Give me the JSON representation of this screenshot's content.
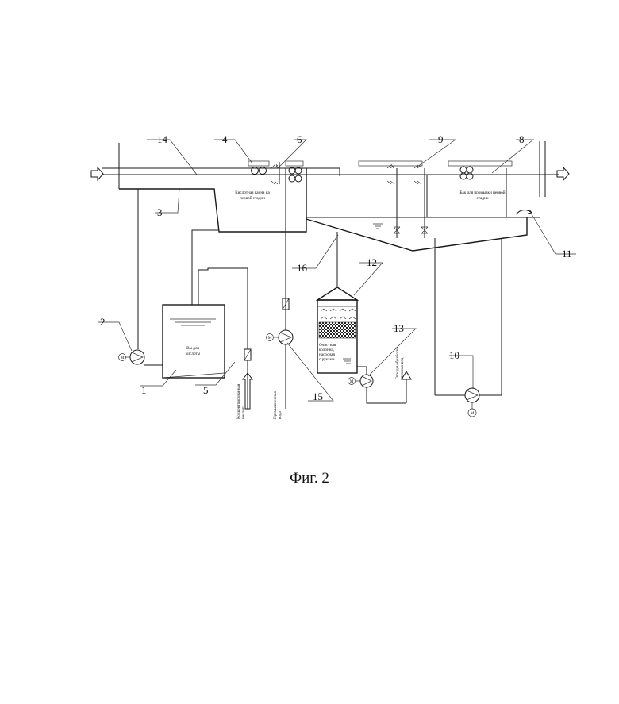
{
  "caption": "Фиг. 2",
  "numbers": {
    "n1": "1",
    "n2": "2",
    "n3": "3",
    "n4": "4",
    "n5": "5",
    "n6": "6",
    "n8": "8",
    "n9": "9",
    "n10": "10",
    "n11": "11",
    "n12": "12",
    "n13": "13",
    "n14": "14",
    "n15": "15",
    "n16": "16"
  },
  "labels": {
    "acid_bath_1": "Кислотная ванна на",
    "acid_bath_2": "первой стадии",
    "rinse_tank_1": "Бак для промывки первой",
    "rinse_tank_2": "стадии",
    "water_tank_1": "Вы для",
    "water_tank_2": "кислоты",
    "scrubber_1": "Очистная",
    "scrubber_2": "колонна,",
    "scrubber_3": "насосная",
    "scrubber_4": "с руками",
    "fresh_acid_1": "Концентрированная",
    "fresh_acid_2": "кислота",
    "process_water_1": "Промышленная",
    "process_water_2": "вода",
    "waste_water_1": "Отходы обработки",
    "waste_water_2": "сточных вод"
  }
}
